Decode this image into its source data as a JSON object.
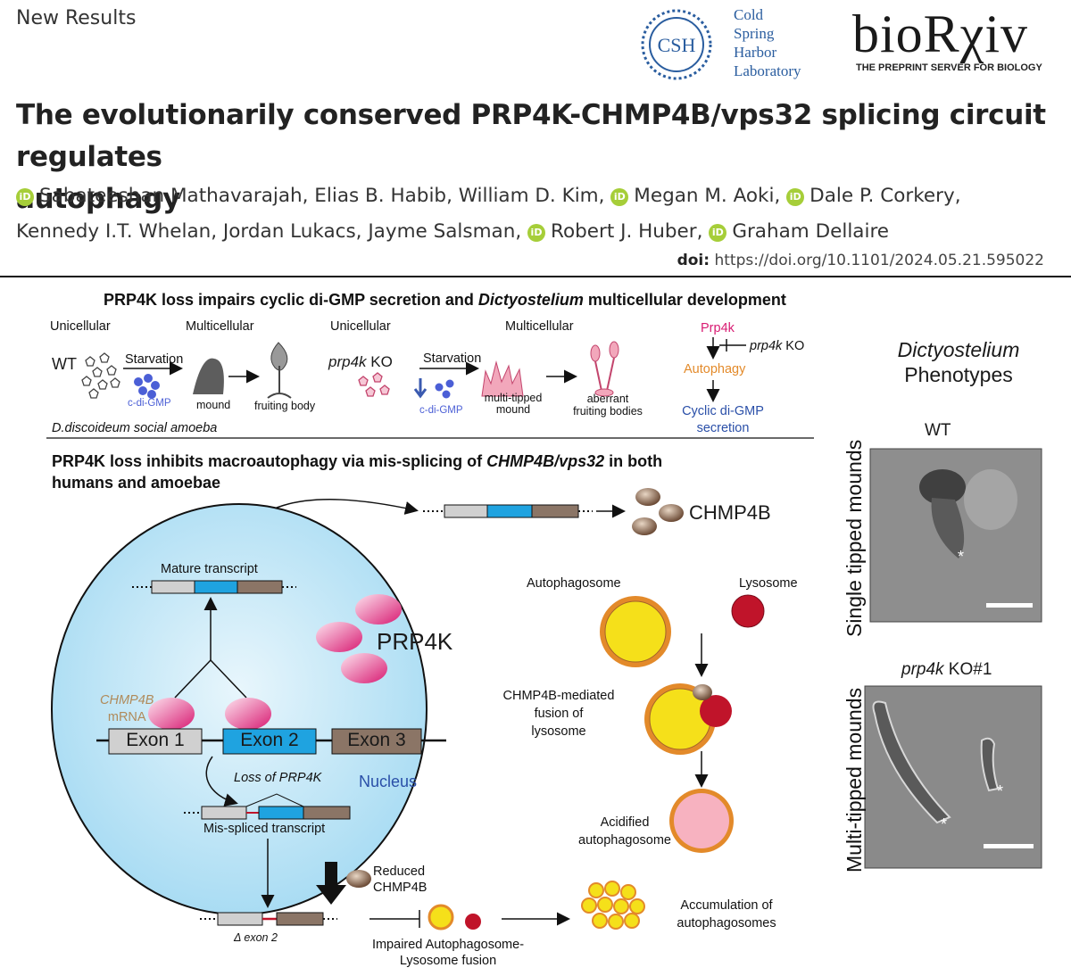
{
  "header": {
    "tag": "New Results",
    "csh_logo_text": "CSH",
    "csh_name": [
      "Cold",
      "Spring",
      "Harbor",
      "Laboratory"
    ],
    "biorxiv_logo": "bioRχiv",
    "biorxiv_tagline": "THE PREPRINT SERVER FOR BIOLOGY"
  },
  "paper": {
    "title_line1": "The evolutionarily conserved PRP4K-CHMP4B/vps32 splicing circuit regulates",
    "title_line2": "autophagy",
    "authors_line1": [
      {
        "name": "Sabateeshan Mathavarajah, Elias B. Habib, William D. Kim,",
        "orcid": true
      },
      {
        "name": "Megan M. Aoki,",
        "orcid": true
      },
      {
        "name": "Dale P. Corkery,",
        "orcid": true
      }
    ],
    "authors_line2": [
      {
        "name": "Kennedy I.T. Whelan, Jordan Lukacs, Jayme Salsman,",
        "orcid": false
      },
      {
        "name": "Robert J. Huber,",
        "orcid": true
      },
      {
        "name": "Graham Dellaire",
        "orcid": true
      }
    ],
    "orcid_glyph": "iD",
    "doi_label": "doi:",
    "doi_value": "https://doi.org/10.1101/2024.05.21.595022"
  },
  "panel_a": {
    "heading_pre": "PRP4K loss impairs cyclic di-GMP secretion and ",
    "heading_italic": "Dictyostelium",
    "heading_post": " multicellular development",
    "unicellular": "Unicellular",
    "multicellular": "Multicellular",
    "wt": "WT",
    "ko_italic": "prp4k",
    "ko_post": " KO",
    "starvation": "Starvation",
    "cdigmp": "c-di-GMP",
    "mound": "mound",
    "fruiting_body": "fruiting body",
    "multi_tipped_mound": [
      "multi-tipped",
      "mound"
    ],
    "aberrant": [
      "aberrant",
      "fruiting bodies"
    ],
    "footer": "D.discoideum social amoeba",
    "pathway_prp4k": "Prp4k",
    "pathway_ko_italic": "prp4k",
    "pathway_ko_post": " KO",
    "pathway_autophagy": "Autophagy",
    "pathway_out": [
      "Cyclic di-GMP",
      "secretion"
    ]
  },
  "panel_b": {
    "heading_pre": "PRP4K loss inhibits macroautophagy via mis-splicing of ",
    "heading_italic": "CHMP4B/vps32",
    "heading_post": " in both",
    "heading_line2": "humans and amoebae",
    "chmp4b": "CHMP4B",
    "mature_transcript": "Mature transcript",
    "prp4k": "PRP4K",
    "mrna_label": [
      "CHMP4B",
      "mRNA"
    ],
    "exon1": "Exon 1",
    "exon2": "Exon 2",
    "exon3": "Exon 3",
    "loss": "Loss of PRP4K",
    "nucleus": "Nucleus",
    "mis_spliced": "Mis-spliced transcript",
    "delta_exon": "Δ exon 2",
    "reduced": [
      "Reduced",
      "CHMP4B"
    ],
    "impaired": [
      "Impaired Autophagosome-",
      "Lysosome fusion"
    ],
    "autophagosome": "Autophagosome",
    "lysosome": "Lysosome",
    "fusion": [
      "CHMP4B-mediated",
      "fusion of",
      "lysosome"
    ],
    "acidified": [
      "Acidified",
      "autophagosome"
    ],
    "accumulation": [
      "Accumulation of",
      "autophagosomes"
    ]
  },
  "panel_c": {
    "title_italic": "Dictyostelium",
    "title_line2": "Phenotypes",
    "wt": "WT",
    "ko_italic": "prp4k",
    "ko_post": " KO#1",
    "row1": "Single tipped mounds",
    "row2": "Multi-tipped mounds",
    "asterisk": "*"
  },
  "colors": {
    "magenta": "#d81b72",
    "yellow": "#f5e01a",
    "orange": "#e38a2a",
    "red_lysosome": "#c0142a",
    "blue_exon": "#1fa3e0",
    "brown_exon": "#8b7566",
    "nucleus_blue": "#bfe6f7",
    "cdigmp_blue": "#4b5fd6"
  }
}
